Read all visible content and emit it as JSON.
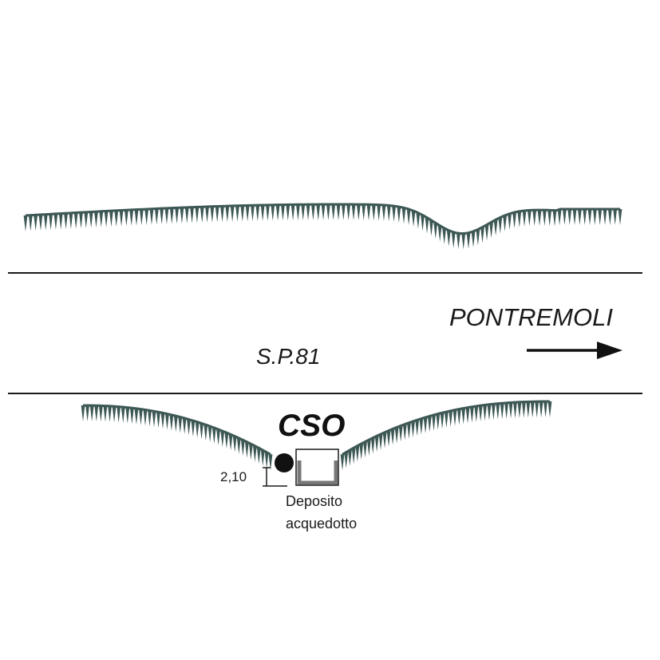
{
  "labels": {
    "direction": "PONTREMOLI",
    "road": "S.P.81",
    "site": "CSO",
    "depth": "2,10",
    "deposit_line1": "Deposito",
    "deposit_line2": "acquedotto"
  },
  "icons": {
    "scarp_top": "embankment-hatch",
    "scarp_bottom": "embankment-hatch",
    "arrow": "arrow-right-icon",
    "site_marker": "filled-circle-icon",
    "tank": "tank-section-icon"
  },
  "colors": {
    "hatch": "#3d5855",
    "line": "#1a1a1a",
    "tank_wall": "#777777"
  }
}
